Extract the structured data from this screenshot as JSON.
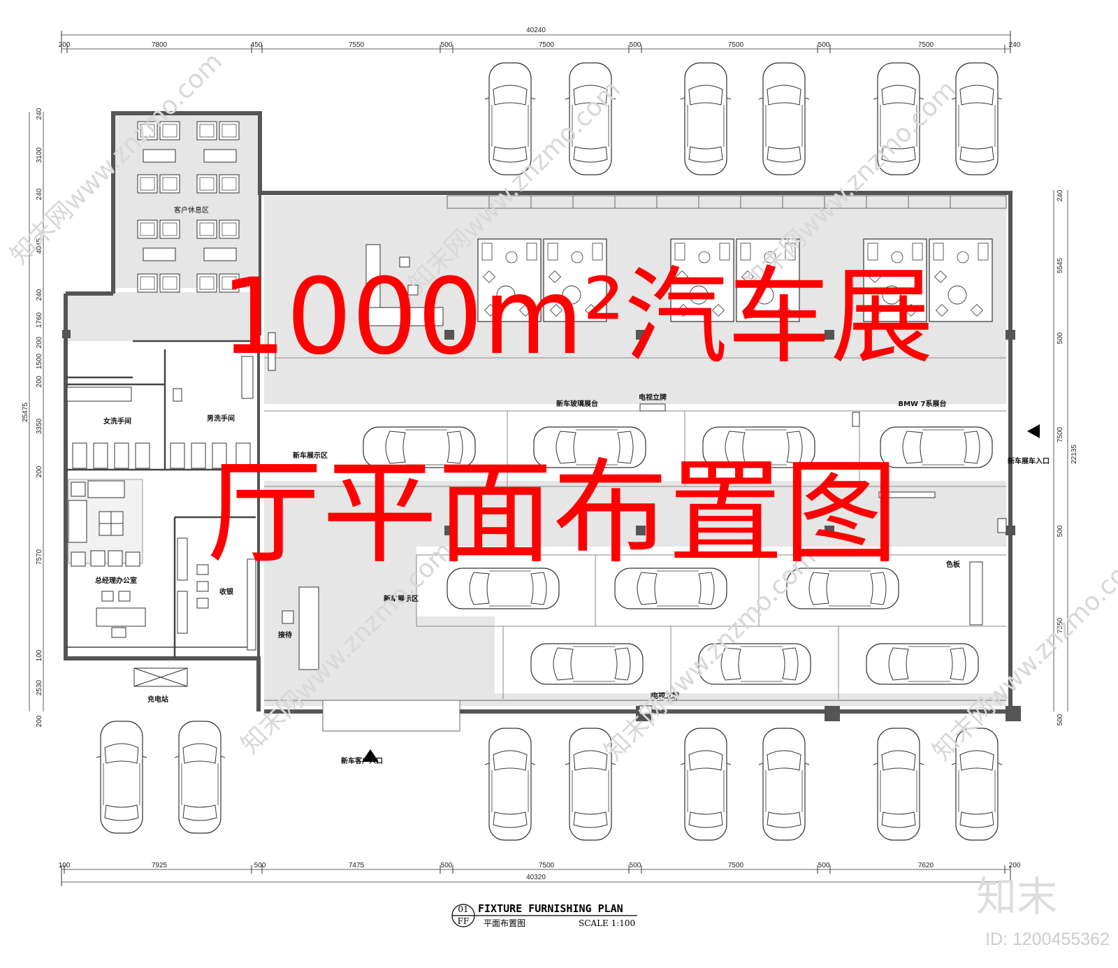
{
  "dimensions": {
    "overall_top": "40240",
    "overall_bottom": "40320",
    "top": [
      "200",
      "7800",
      "450",
      "7550",
      "500",
      "7500",
      "500",
      "7500",
      "500",
      "7500",
      "240"
    ],
    "bottom": [
      "100",
      "7925",
      "500",
      "7475",
      "500",
      "7500",
      "500",
      "7500",
      "500",
      "7620",
      "200"
    ],
    "left_overall": "25475",
    "left": [
      "240",
      "3100",
      "240",
      "4045",
      "240",
      "1760",
      "200",
      "1500",
      "200",
      "3350",
      "200",
      "7570",
      "100",
      "2530",
      "200"
    ],
    "right_overall": "22135",
    "right": [
      "240",
      "5545",
      "500",
      "7500",
      "500",
      "7350",
      "500"
    ]
  },
  "rooms": {
    "lounge": "客户休息区",
    "womens_wc": "女洗手间",
    "mens_wc": "男洗手间",
    "gm_office": "总经理办公室",
    "cashier": "收银",
    "reception": "接待",
    "charging": "充电站",
    "showcase_1": "新车展示区",
    "showcase_2": "新车展示区",
    "glass_stage": "新车玻璃展台",
    "tv_stand_1": "电视立牌",
    "tv_stand_2": "电视立牌",
    "bmw_stage": "BMW 7系展台",
    "car_entrance": "新车展车入口",
    "customer_entrance": "新车客户入口",
    "color_board": "色板"
  },
  "overlay": {
    "line1": "1000m²汽车展",
    "line2": "厅平面布置图"
  },
  "title_block": {
    "number": "01",
    "code": "FF",
    "title": "FIXTURE FURNISHING PLAN",
    "subtitle": "平面布置图",
    "scale": "SCALE 1:100"
  },
  "branding": {
    "logo": "知末",
    "id": "ID: 1200455362",
    "watermark": "知末网www.znzmo.com"
  },
  "colors": {
    "overlay_text": "#ff0000",
    "floor": "#e6e6e6",
    "wall": "#555555",
    "line": "#222222"
  }
}
